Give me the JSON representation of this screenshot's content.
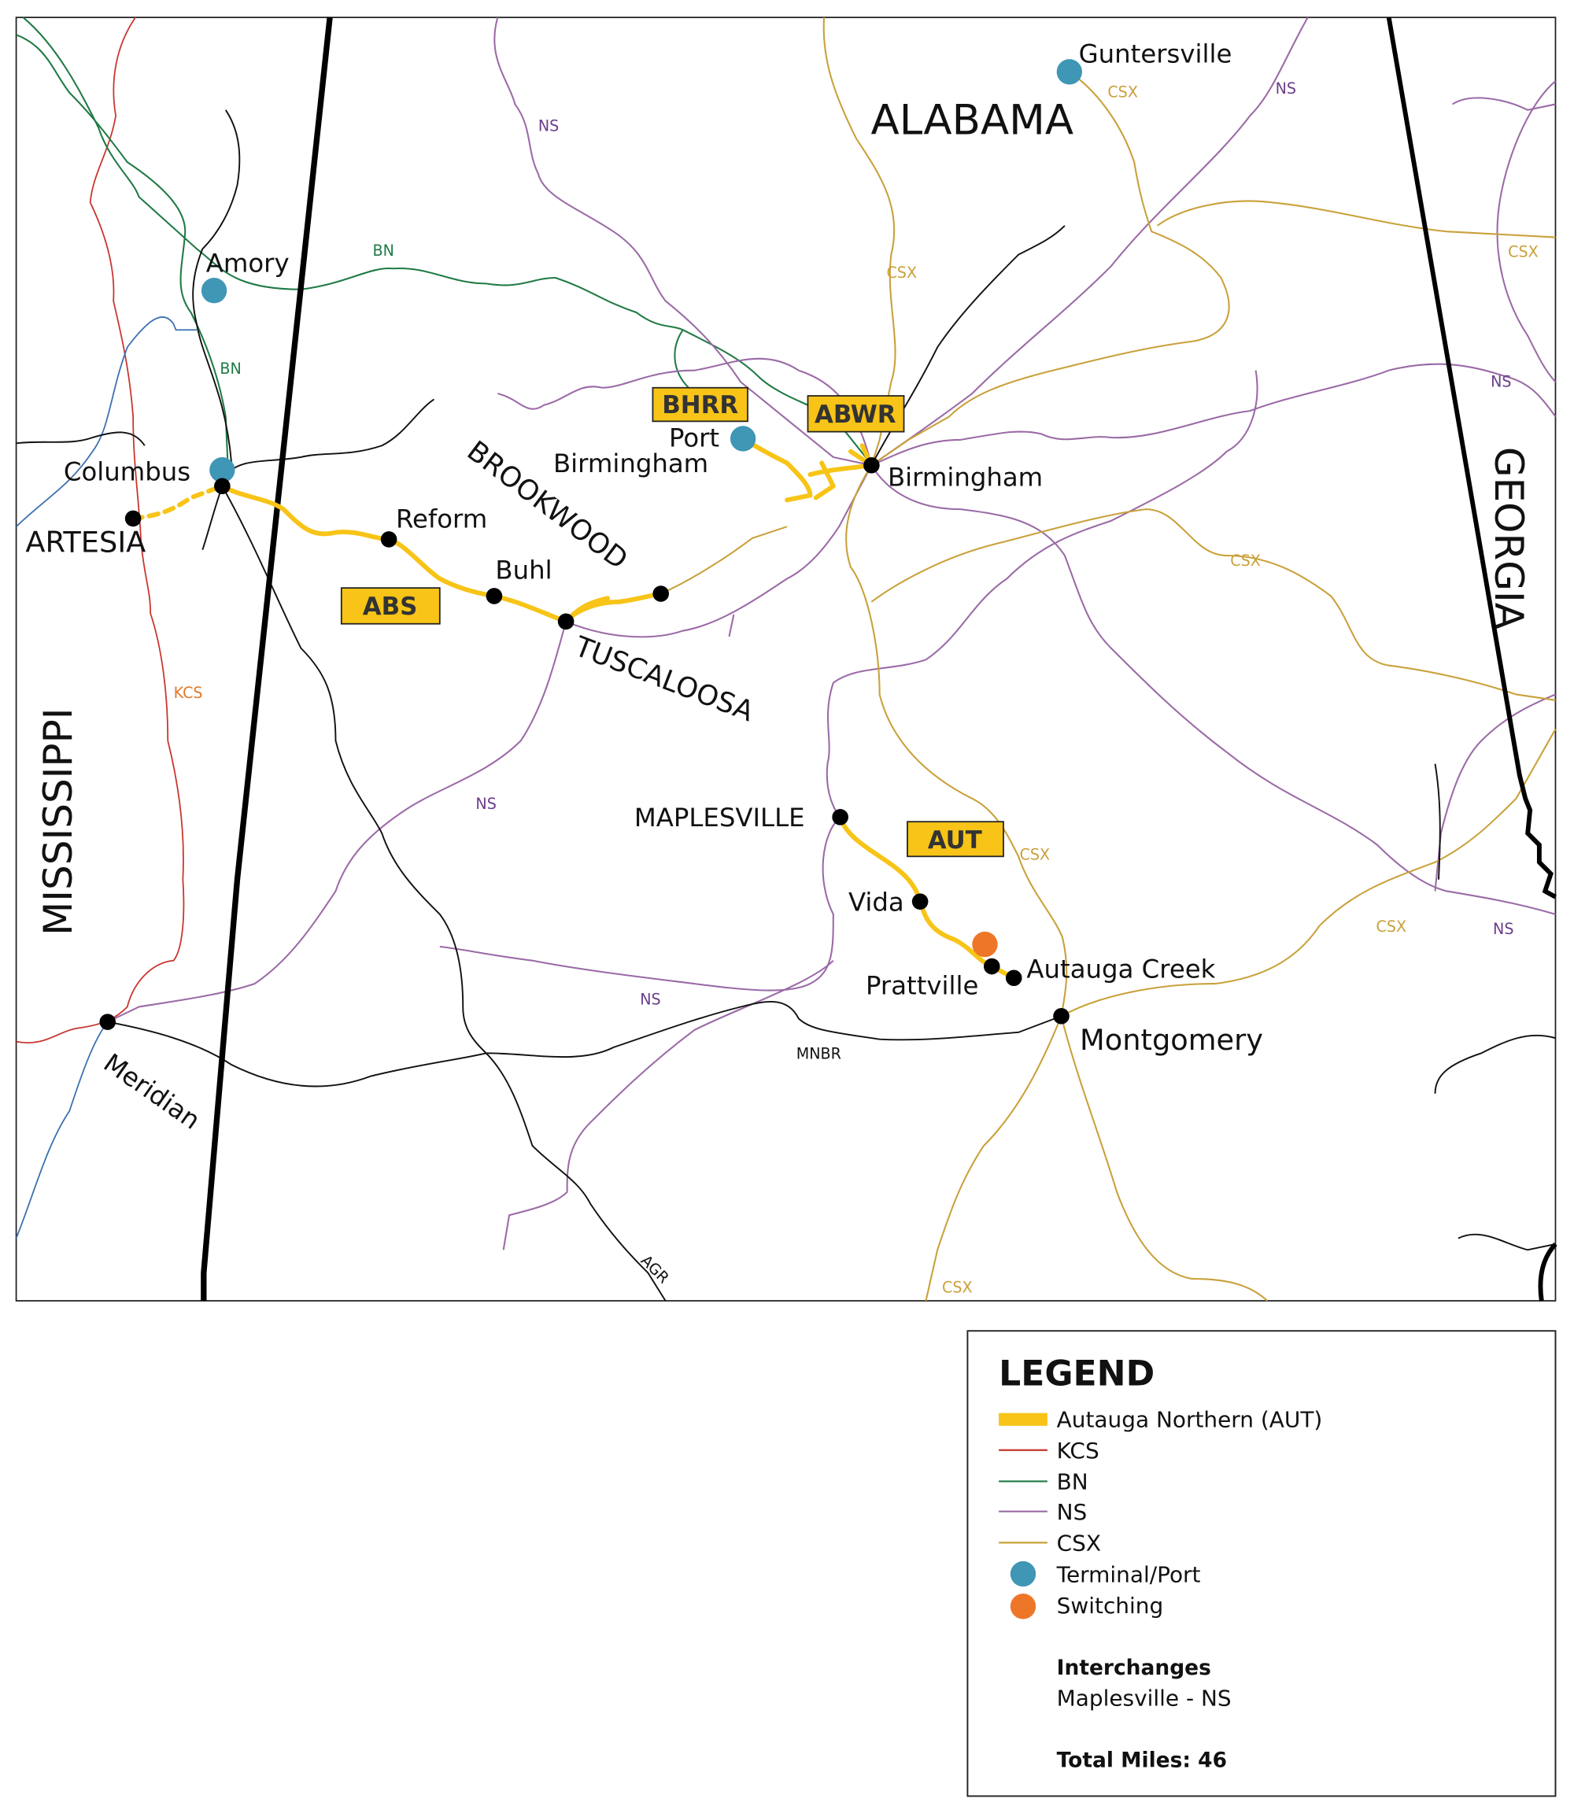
{
  "map": {
    "states": {
      "alabama": "ALABAMA",
      "georgia": "GEORGIA",
      "mississippi": "MISSISSIPPI"
    },
    "cities": {
      "guntersville": "Guntersville",
      "amory": "Amory",
      "columbus": "Columbus",
      "artesia": "ARTESIA",
      "reform": "Reform",
      "buhl": "Buhl",
      "tuscaloosa": "TUSCALOOSA",
      "brookwood": "BROOKWOOD",
      "port_birmingham_1": "Port",
      "port_birmingham_2": "Birmingham",
      "birmingham": "Birmingham",
      "maplesville": "MAPLESVILLE",
      "vida": "Vida",
      "prattville": "Prattville",
      "autauga_creek": "Autauga Creek",
      "montgomery": "Montgomery",
      "meridian": "Meridian"
    },
    "railroad_boxes": {
      "bhrr": "BHRR",
      "abwr": "ABWR",
      "abs": "ABS",
      "aut": "AUT"
    },
    "rail_labels": {
      "bn1": "BN",
      "bn2": "BN",
      "ns1": "NS",
      "ns2": "NS",
      "ns3": "NS",
      "ns4": "NS",
      "ns5": "NS",
      "ns6": "NS",
      "csx1": "CSX",
      "csx2": "CSX",
      "csx3": "CSX",
      "csx4": "CSX",
      "csx5": "CSX",
      "csx6": "CSX",
      "csx7": "CSX",
      "kcs": "KCS",
      "mnbr": "MNBR",
      "agr": "AGR"
    }
  },
  "legend": {
    "title": "LEGEND",
    "items": [
      {
        "label": "Autauga Northern (AUT)",
        "color": "#f7c417"
      },
      {
        "label": "KCS",
        "color": "#c8352e"
      },
      {
        "label": "BN",
        "color": "#1f7a45"
      },
      {
        "label": "NS",
        "color": "#9b6aa6"
      },
      {
        "label": "CSX",
        "color": "#c9a13a"
      },
      {
        "label": "Terminal/Port",
        "color": "#3f96b5"
      },
      {
        "label": "Switching",
        "color": "#ee7628"
      }
    ],
    "interchanges_title": "Interchanges",
    "interchanges": "Maplesville - NS",
    "total_miles": "Total Miles: 46"
  }
}
